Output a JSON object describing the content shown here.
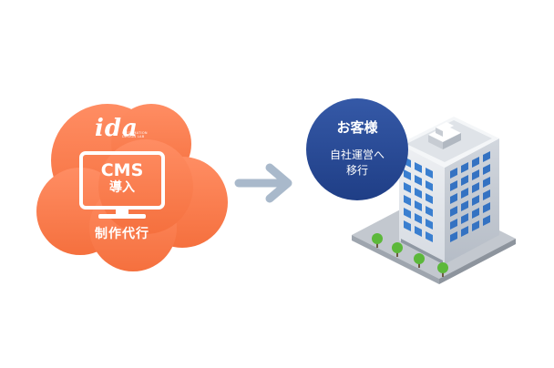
{
  "cloud": {
    "logo_mark": "ida",
    "logo_sub_line1": "INFORMATION",
    "logo_sub_line2": "DESIGN LAB",
    "monitor_line1": "CMS",
    "monitor_line2": "導入",
    "caption": "制作代行"
  },
  "bubble": {
    "title": "お客様",
    "body_line1": "自社運営へ",
    "body_line2": "移行"
  },
  "colors": {
    "cloud_light": "#ff8a5c",
    "cloud_dark": "#f26a3d",
    "arrow": "#a9b9cb",
    "bubble": "#2f4f9c",
    "building_front": "#e5e8ec",
    "building_side": "#c9ced6",
    "window_blue": "#3a7fd0"
  },
  "icons": [
    "logo-mark",
    "monitor-icon",
    "right-arrow-icon",
    "building-illustration",
    "tree-icon"
  ]
}
